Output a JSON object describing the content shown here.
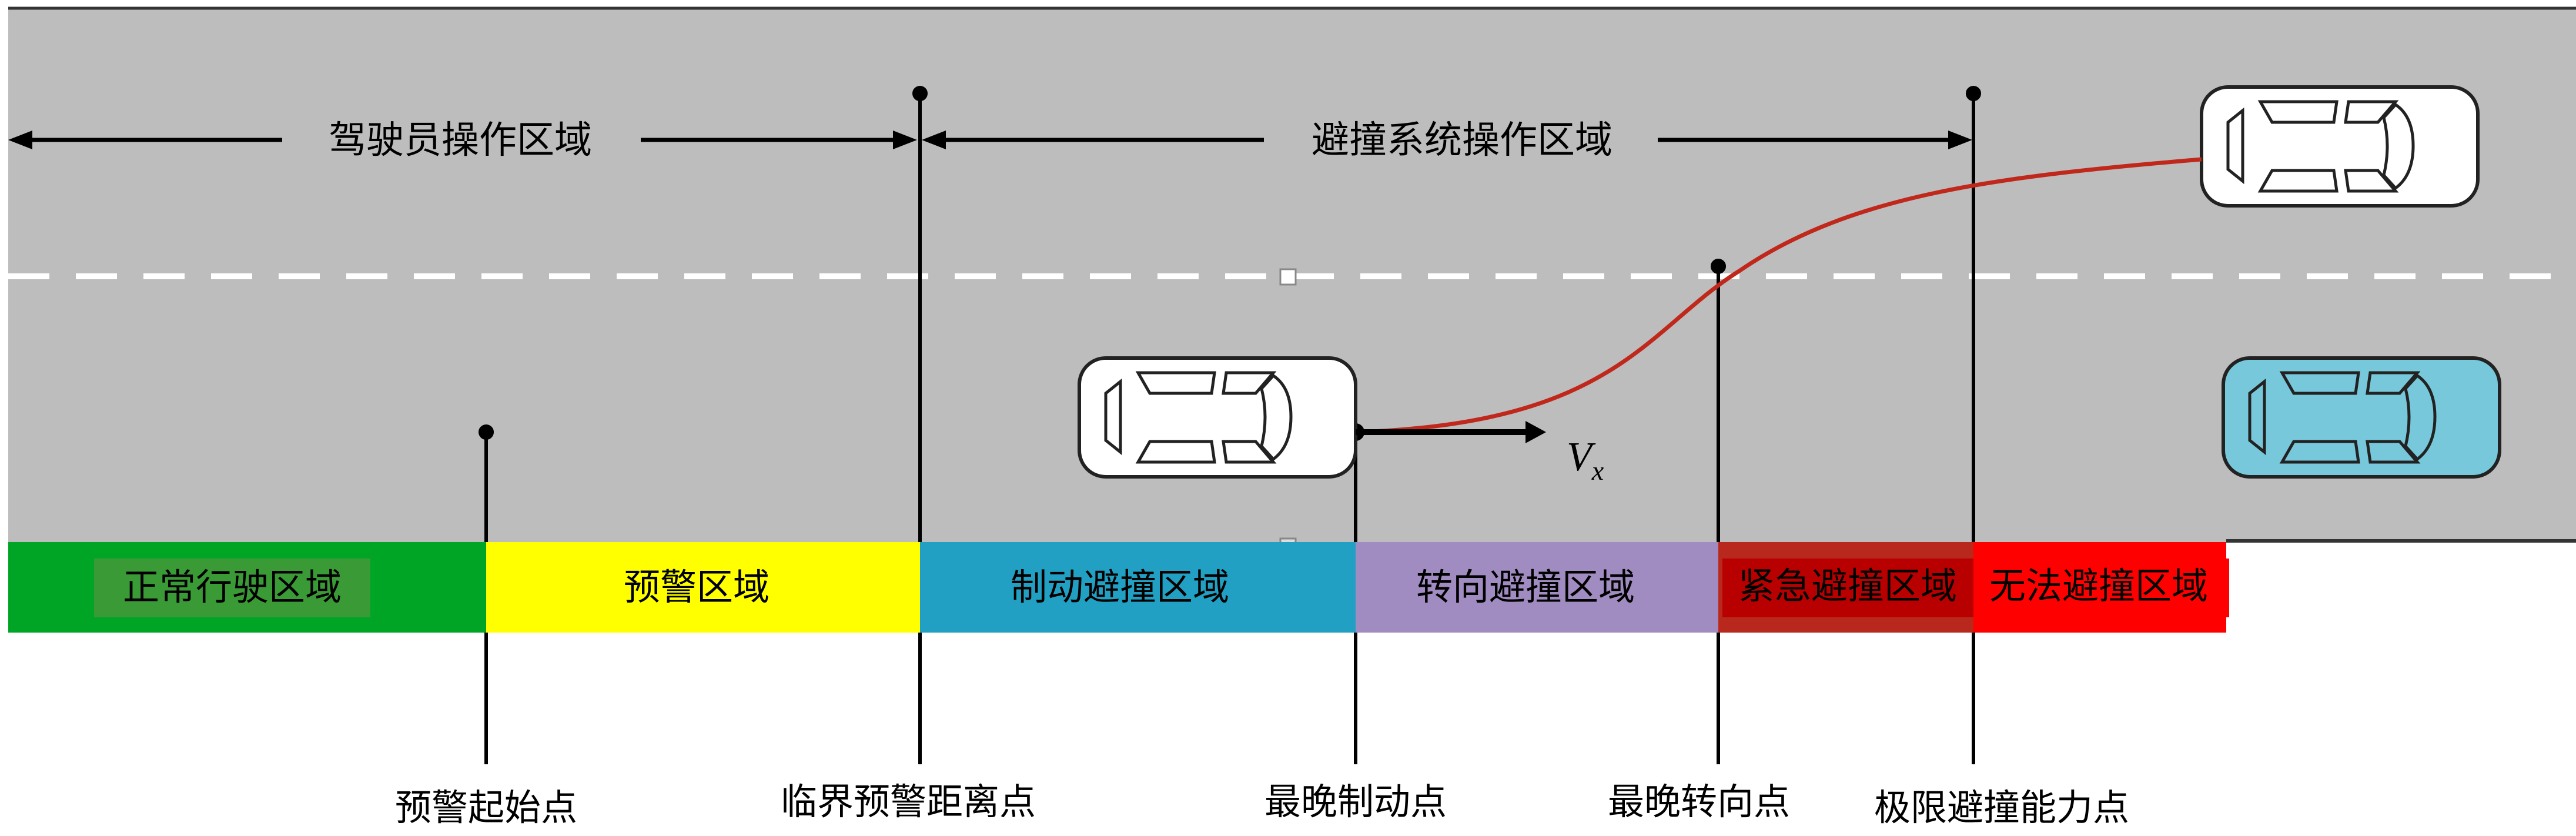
{
  "header": {
    "driver_zone": "驾驶员操作区域",
    "system_zone": "避撞系统操作区域"
  },
  "velocity_label": {
    "main": "V",
    "sub": "x"
  },
  "zones": [
    {
      "label": "正常行驶区域",
      "color": "#00a526"
    },
    {
      "label": "预警区域",
      "color": "#ffff00"
    },
    {
      "label": "制动避撞区域",
      "color": "#21a0c4"
    },
    {
      "label": "转向避撞区域",
      "color": "#a08cc0"
    },
    {
      "label": "紧急避撞区域",
      "color": "#b9281d"
    },
    {
      "label": "无法避撞区域",
      "color": "#ff0000"
    }
  ],
  "points": [
    {
      "label": "预警起始点"
    },
    {
      "label": "临界预警距离点"
    },
    {
      "label": "最晚制动点"
    },
    {
      "label": "最晚转向点"
    },
    {
      "label": "极限避撞能力点"
    }
  ],
  "colors": {
    "road": "#bdbdbd",
    "trajectory": "#c0281c",
    "obstacle_car": "#78c8dc"
  }
}
